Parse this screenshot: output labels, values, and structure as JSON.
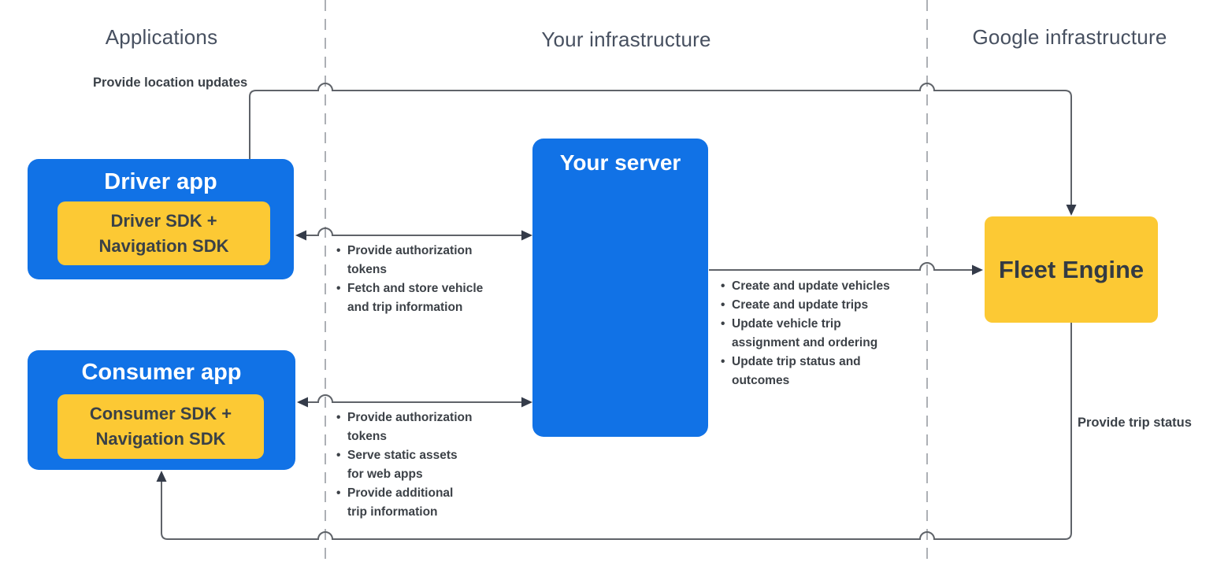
{
  "headings": {
    "applications": "Applications",
    "your_infrastructure": "Your infrastructure",
    "google_infrastructure": "Google infrastructure"
  },
  "nodes": {
    "driver_app": {
      "title": "Driver app",
      "sdk": "Driver SDK +\nNavigation SDK"
    },
    "consumer_app": {
      "title": "Consumer app",
      "sdk": "Consumer SDK +\nNavigation SDK"
    },
    "your_server": {
      "title": "Your server"
    },
    "fleet_engine": {
      "title": "Fleet Engine"
    }
  },
  "edges": {
    "location_updates": {
      "label": "Provide location updates"
    },
    "trip_status": {
      "label": "Provide trip status"
    },
    "driver_server": {
      "items": [
        "Provide authorization\ntokens",
        "Fetch and store vehicle\nand trip information"
      ]
    },
    "consumer_server": {
      "items": [
        "Provide authorization\ntokens",
        "Serve static assets\nfor web apps",
        "Provide additional\ntrip information"
      ]
    },
    "server_fleet": {
      "items": [
        "Create and update vehicles",
        "Create and update trips",
        "Update vehicle trip\nassignment and ordering",
        "Update trip status and\noutcomes"
      ]
    }
  },
  "colors": {
    "node_blue": "#1172e6",
    "node_yellow": "#fcc934",
    "title_on_blue": "#ffffff",
    "dark_text": "#3b4148",
    "heading_text": "#475060",
    "line": "#5f6369",
    "arrowhead": "#343b49",
    "lane_divider": "#adb0b5",
    "background": "#ffffff"
  }
}
